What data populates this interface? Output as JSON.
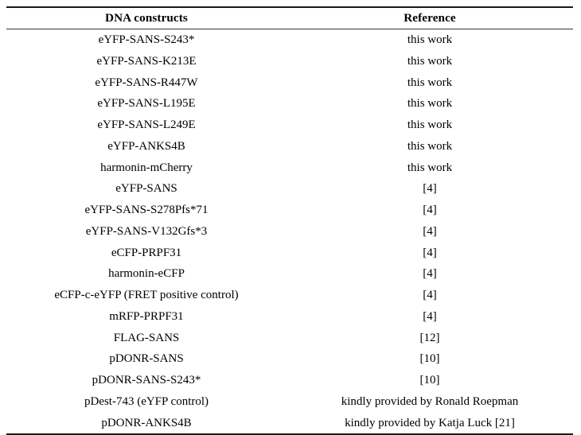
{
  "table": {
    "columns": [
      {
        "key": "construct",
        "label": "DNA constructs"
      },
      {
        "key": "reference",
        "label": "Reference"
      }
    ],
    "rows": [
      {
        "construct": "eYFP-SANS-S243*",
        "reference": "this work"
      },
      {
        "construct": "eYFP-SANS-K213E",
        "reference": "this work"
      },
      {
        "construct": "eYFP-SANS-R447W",
        "reference": "this work"
      },
      {
        "construct": "eYFP-SANS-L195E",
        "reference": "this work"
      },
      {
        "construct": "eYFP-SANS-L249E",
        "reference": "this work"
      },
      {
        "construct": "eYFP-ANKS4B",
        "reference": "this work"
      },
      {
        "construct": "harmonin-mCherry",
        "reference": "this work"
      },
      {
        "construct": "eYFP-SANS",
        "reference": "[4]"
      },
      {
        "construct": "eYFP-SANS-S278Pfs*71",
        "reference": "[4]"
      },
      {
        "construct": "eYFP-SANS-V132Gfs*3",
        "reference": "[4]"
      },
      {
        "construct": "eCFP-PRPF31",
        "reference": "[4]"
      },
      {
        "construct": "harmonin-eCFP",
        "reference": "[4]"
      },
      {
        "construct": "eCFP-c-eYFP (FRET positive control)",
        "reference": "[4]"
      },
      {
        "construct": "mRFP-PRPF31",
        "reference": "[4]"
      },
      {
        "construct": "FLAG-SANS",
        "reference": "[12]"
      },
      {
        "construct": "pDONR-SANS",
        "reference": "[10]"
      },
      {
        "construct": "pDONR-SANS-S243*",
        "reference": "[10]"
      },
      {
        "construct": "pDest-743 (eYFP control)",
        "reference": "kindly provided by Ronald Roepman"
      },
      {
        "construct": "pDONR-ANKS4B",
        "reference": "kindly provided by Katja Luck [21]"
      }
    ]
  },
  "style": {
    "text_color": "#000000",
    "rule_color": "#1a1a1a",
    "background": "#ffffff"
  }
}
